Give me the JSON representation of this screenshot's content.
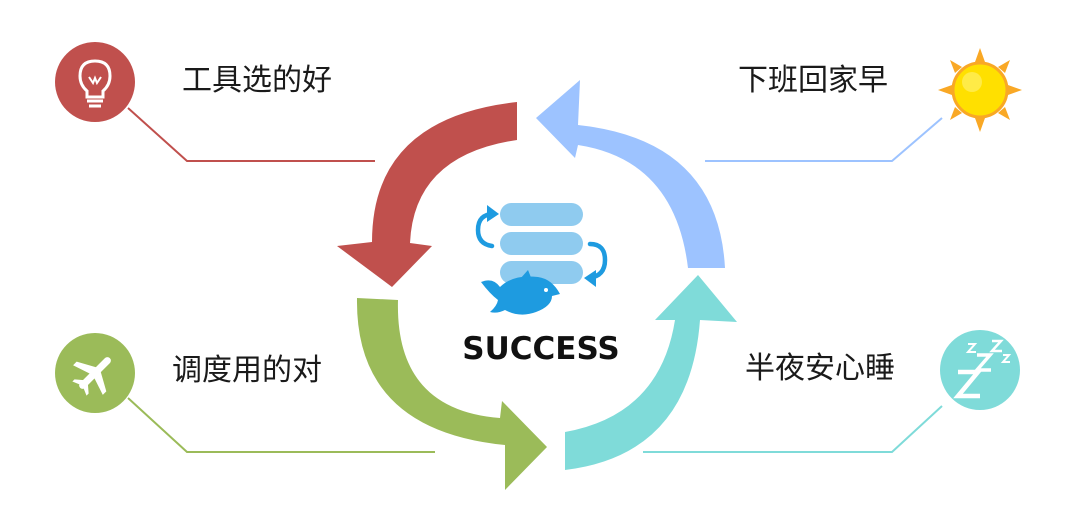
{
  "center": {
    "text": "SUCCESS",
    "icon": "database-dolphin-icon"
  },
  "steps": [
    {
      "label": "工具选的好",
      "icon": "lightbulb-icon",
      "color": "#C0504D"
    },
    {
      "label": "下班回家早",
      "icon": "sun-icon",
      "color": "#9DC3FF"
    },
    {
      "label": "调度用的对",
      "icon": "airplane-icon",
      "color": "#9BBB59"
    },
    {
      "label": "半夜安心睡",
      "icon": "sleep-zzz-icon",
      "color": "#7FDBD9"
    }
  ],
  "colors": {
    "red": "#C0504D",
    "blue": "#9DC3FF",
    "green": "#9BBB59",
    "teal": "#7FDBD9",
    "db_blue": "#8FCBEF",
    "accent_blue": "#1E9BE0"
  }
}
